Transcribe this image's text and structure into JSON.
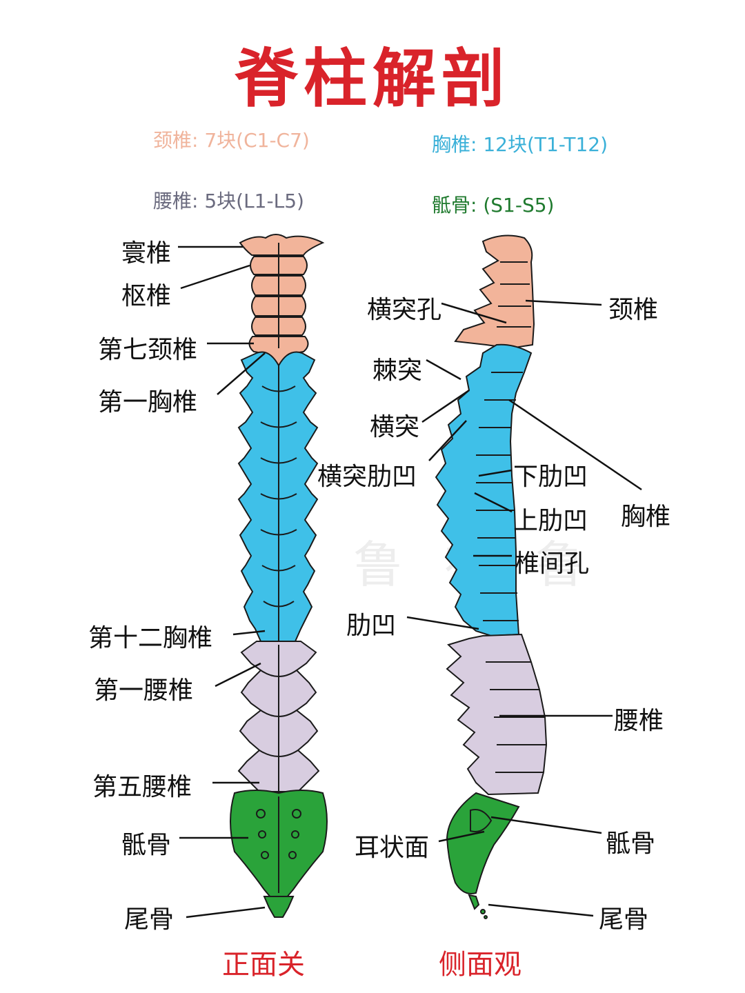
{
  "title": "脊柱解剖",
  "legend": {
    "cervical": "颈椎: 7块(C1-C7)",
    "thoracic": "胸椎: 12块(T1-T12)",
    "lumbar": "腰椎: 5块(L1-L5)",
    "sacral": "骶骨: (S1-S5)"
  },
  "colors": {
    "cervical": "#f2b49a",
    "thoracic": "#3fc0e8",
    "lumbar": "#d8cde0",
    "sacrum": "#2aa33a",
    "title": "#d9232a",
    "legend_cervical": "#f0b49c",
    "legend_thoracic": "#3ab0d8",
    "legend_lumbar": "#6a6a7e",
    "legend_sacral": "#1f7a2e"
  },
  "front_labels": {
    "atlas": "寰椎",
    "axis": "枢椎",
    "c7": "第七颈椎",
    "t1": "第一胸椎",
    "t12": "第十二胸椎",
    "l1": "第一腰椎",
    "l5": "第五腰椎",
    "sacrum": "骶骨",
    "coccyx": "尾骨"
  },
  "side_labels": {
    "transverse_foramen": "横突孔",
    "cervical": "颈椎",
    "spinous_process": "棘突",
    "transverse_process": "横突",
    "transverse_costal_facet": "横突肋凹",
    "inferior_costal_facet": "下肋凹",
    "superior_costal_facet": "上肋凹",
    "thoracic": "胸椎",
    "intervertebral_foramen": "椎间孔",
    "costal_facet": "肋凹",
    "lumbar": "腰椎",
    "auricular_surface": "耳状面",
    "sacrum": "骶骨",
    "coccyx": "尾骨"
  },
  "captions": {
    "front": "正面关",
    "side": "侧面观"
  },
  "watermark": "布鲁布鲁"
}
